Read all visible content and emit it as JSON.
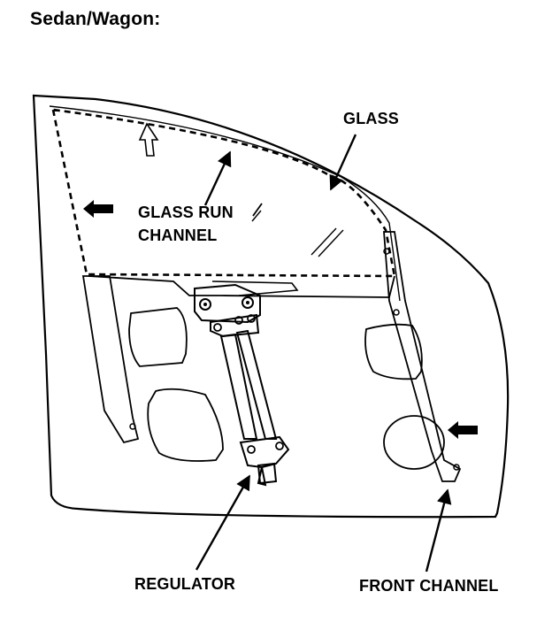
{
  "title": "Sedan/Wagon:",
  "labels": {
    "glass": "GLASS",
    "glass_run_channel_line1": "GLASS RUN",
    "glass_run_channel_line2": "CHANNEL",
    "regulator": "REGULATOR",
    "front_channel": "FRONT CHANNEL"
  }
}
